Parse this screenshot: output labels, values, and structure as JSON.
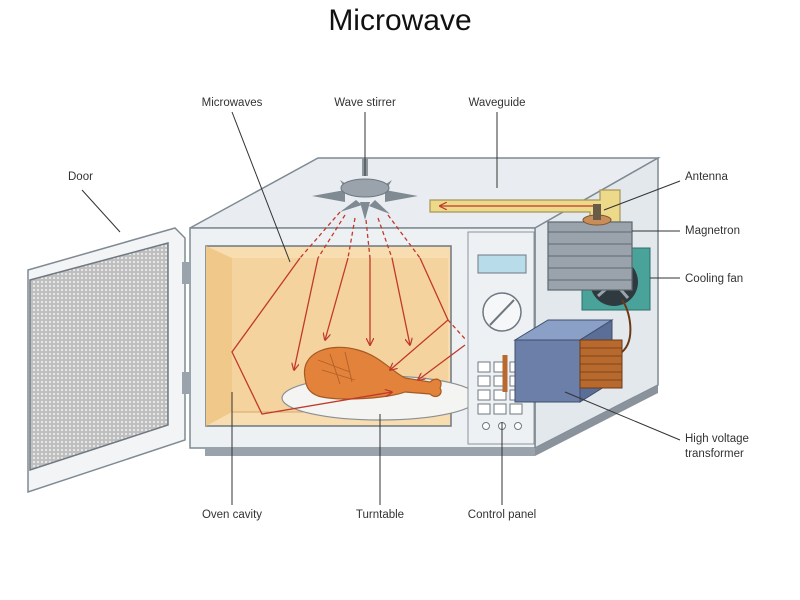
{
  "title": "Microwave",
  "labels": {
    "microwaves": "Microwaves",
    "wave_stirrer": "Wave stirrer",
    "waveguide": "Waveguide",
    "door": "Door",
    "antenna": "Antenna",
    "magnetron": "Magnetron",
    "cooling_fan": "Cooling fan",
    "high_voltage_transformer_line1": "High voltage",
    "high_voltage_transformer_line2": "transformer",
    "oven_cavity": "Oven cavity",
    "turntable": "Turntable",
    "control_panel": "Control panel"
  },
  "colors": {
    "body_fill": "#eef1f4",
    "outline": "#7f8a93",
    "cavity": "#f7ddb0",
    "cavity_dark": "#f0c98a",
    "waveguide": "#ecd98a",
    "wave_arrow": "#c0392b",
    "chicken": "#e2823b",
    "transformer": "#6b7fa8"
  }
}
